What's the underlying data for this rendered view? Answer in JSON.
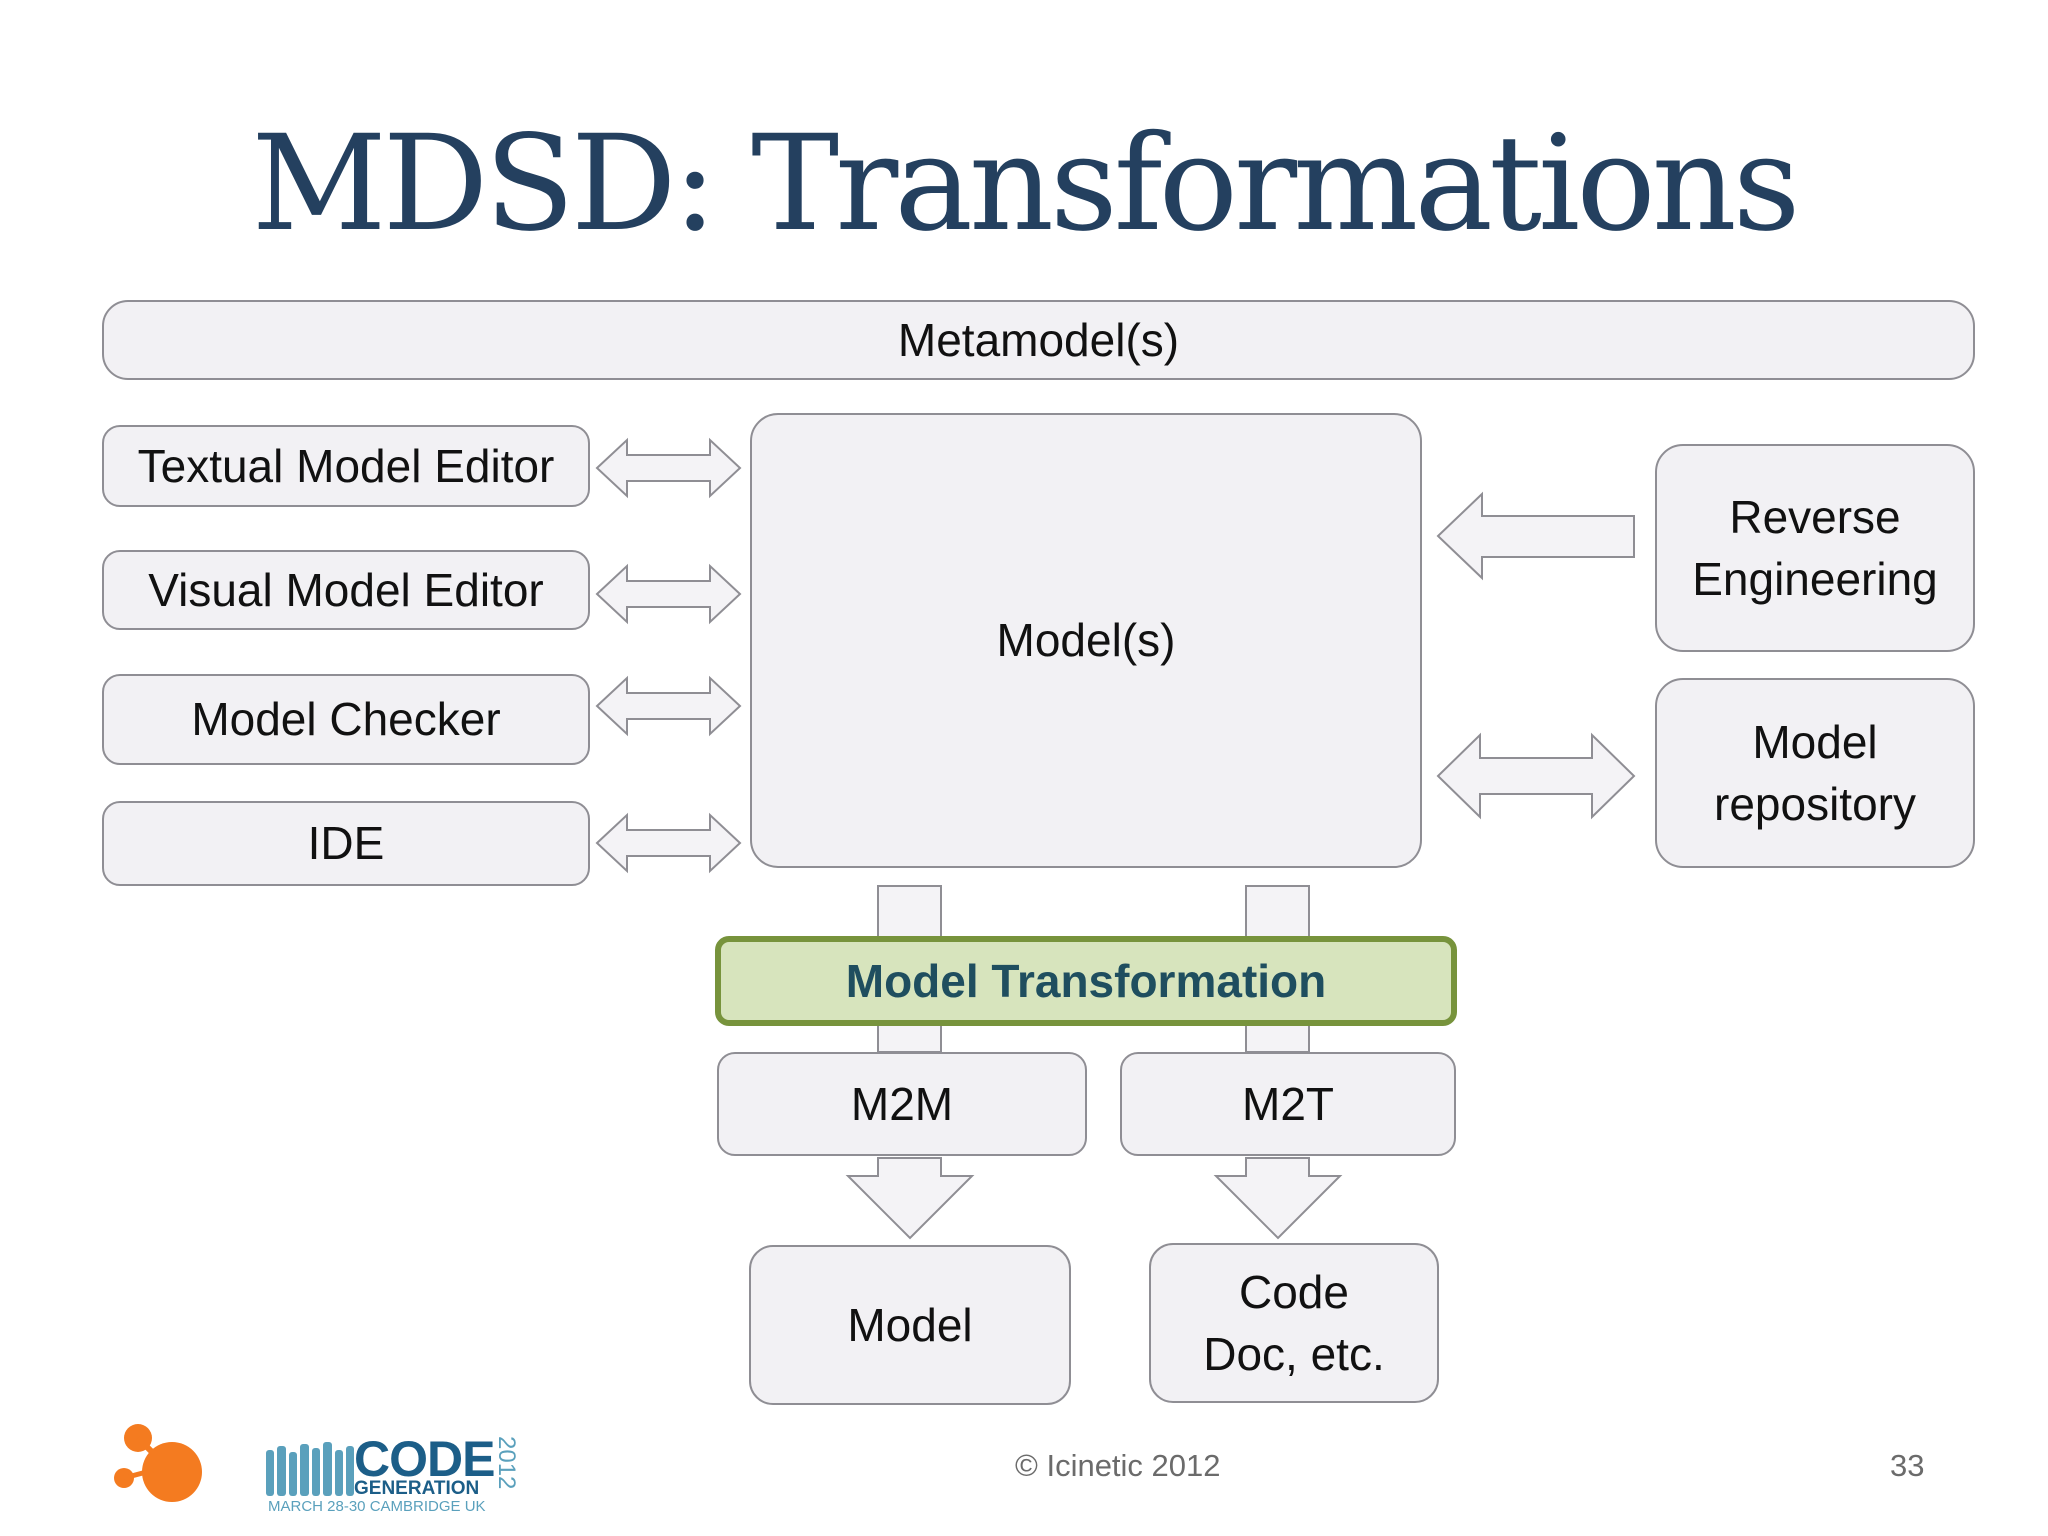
{
  "slide": {
    "title": "MDSD: Transformations",
    "page_number": "33",
    "copyright": "© Icinetic 2012"
  },
  "diagram": {
    "metamodel": "Metamodel(s)",
    "models": "Model(s)",
    "left_tools": [
      "Textual Model Editor",
      "Visual Model Editor",
      "Model Checker",
      "IDE"
    ],
    "reverse_engineering": "Reverse\nEngineering",
    "model_repository": "Model\nrepository",
    "model_transformation": "Model Transformation",
    "m2m": "M2M",
    "m2t": "M2T",
    "output_model": "Model",
    "output_code": "Code\nDoc, etc."
  },
  "logos": {
    "codegen_word": "CODE",
    "codegen_sub": "GENERATION",
    "codegen_date": "MARCH 28-30 CAMBRIDGE UK",
    "codegen_year": "2012",
    "icinetic_icon": "icinetic-logo-icon"
  },
  "colors": {
    "title": "#24405f",
    "box_fill": "#f2f1f4",
    "transform_fill": "#d7e4bd",
    "transform_border": "#77933c",
    "transform_text": "#1f4e5f",
    "icinetic_orange": "#f47b20"
  }
}
